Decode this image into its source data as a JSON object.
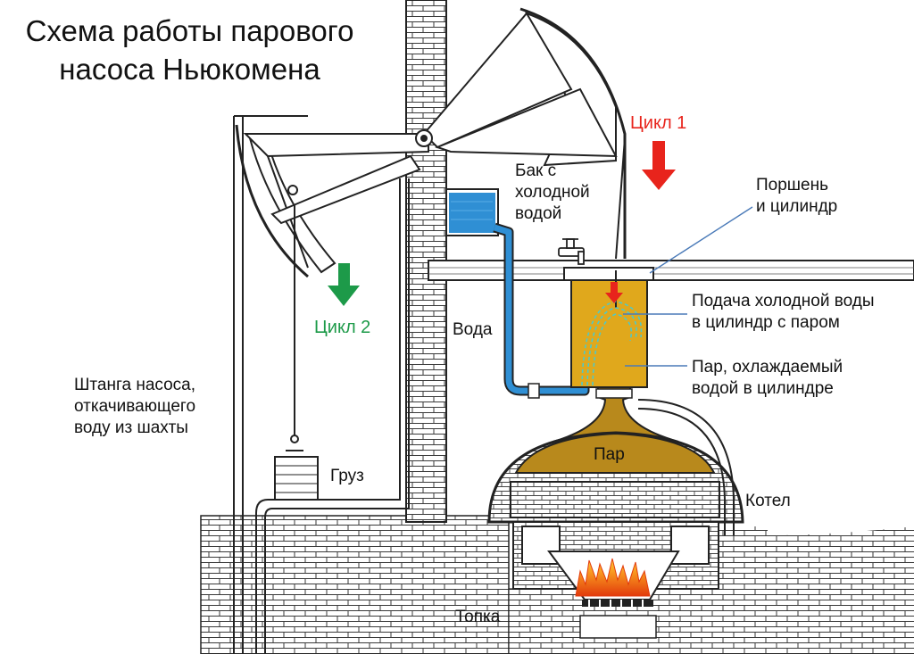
{
  "title": {
    "line1": "Схема работы парового",
    "line2": "насоса Ньюкомена"
  },
  "labels": {
    "cycle1": "Цикл 1",
    "cycle2": "Цикл 2",
    "cold_tank": "Бак с\nхолодной\nводой",
    "piston": "Поршень\nи цилиндр",
    "water": "Вода",
    "cold_water_feed": "Подача холодной воды\nв цилиндр с паром",
    "steam_cooled": "Пар, охлаждаемый\nводой в цилиндре",
    "pump_rod": "Штанга насоса,\nоткачивающего\nводу из шахты",
    "weight": "Груз",
    "steam": "Пар",
    "boiler": "Котел",
    "firebox": "Топка"
  },
  "colors": {
    "cycle1_arrow": "#e8241c",
    "cycle2_arrow": "#1d9a49",
    "water": "#2f8fd4",
    "cylinder_steam": "#e0a81c",
    "boiler_steam": "#b8891c",
    "flame": "#f07a12",
    "callout_line": "#4a7ab8"
  },
  "icons": {
    "cycle1": "arrow-down-icon",
    "cycle2": "arrow-down-icon",
    "fire": "flame-icon"
  }
}
